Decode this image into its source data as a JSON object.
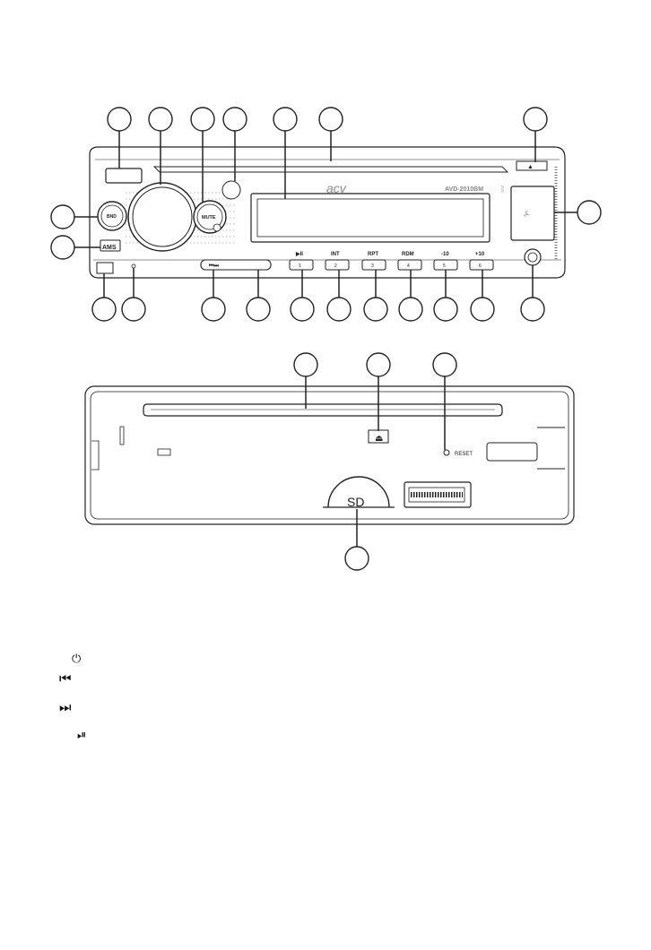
{
  "front_panel": {
    "brand": "acv",
    "model": "AVD-2010BM",
    "bluetooth_icon": "bluetooth-icon",
    "labels": {
      "bnd": "BND",
      "mute": "MUTE",
      "ams": "AMS",
      "prev_next": "⏮⏭",
      "play_pause": "▶II",
      "int": "INT",
      "rpt": "RPT",
      "rdm": "RDM",
      "minus10": "-10",
      "plus10": "+10",
      "k1": "1",
      "k2": "2",
      "k3": "3",
      "k4": "4",
      "k5": "5",
      "k6": "6"
    }
  },
  "rear_panel": {
    "reset_label": "RESET",
    "sd_label": "SD",
    "eject_icon": "eject-icon"
  },
  "legend": [
    {
      "icon": "power-icon",
      "glyph": "⏻"
    },
    {
      "icon": "skip-back-icon",
      "glyph": "⏮"
    },
    {
      "icon": "skip-forward-icon",
      "glyph": "⏭"
    },
    {
      "icon": "play-pause-icon",
      "glyph": "⏯"
    }
  ]
}
